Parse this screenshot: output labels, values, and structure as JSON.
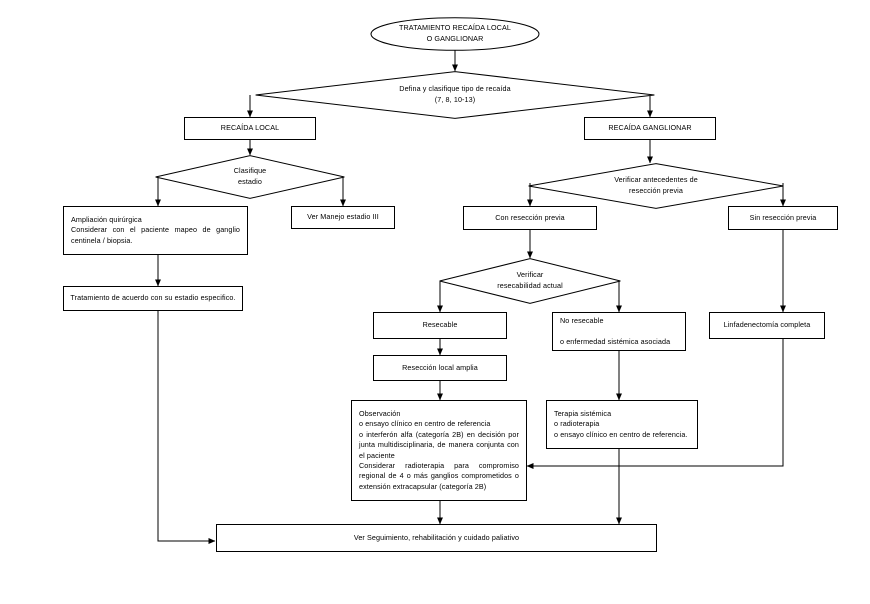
{
  "diagram": {
    "title": "Tratamiento recaída local o ganglionar",
    "language": "es",
    "theme": {
      "background": "#ffffff",
      "stroke": "#000000",
      "text": "#000000"
    },
    "nodes": {
      "start": {
        "shape": "ellipse",
        "label": "TRATAMIENTO RECAÍDA LOCAL\nO GANGLIONAR"
      },
      "define_classify": {
        "shape": "diamond",
        "label": "Defina y clasifique tipo de recaída\n(7, 8, 10-13)"
      },
      "recaida_local": {
        "shape": "box",
        "label": "RECAÍDA LOCAL"
      },
      "recaida_ganglionar": {
        "shape": "box",
        "label": "RECAÍDA GANGLIONAR"
      },
      "clasifique_estadio": {
        "shape": "diamond",
        "label": "Clasifique\nestadio"
      },
      "verificar_antecedentes": {
        "shape": "diamond",
        "label": "Verificar antecedentes de\nresección previa"
      },
      "ampliacion_quirurgica": {
        "shape": "box",
        "label": "Ampliación quirúrgica\nConsiderar con el paciente mapeo de ganglio centinela / biopsia."
      },
      "ver_manejo_estadio_iii": {
        "shape": "box",
        "label": "Ver Manejo estadio III"
      },
      "tratamiento_estadio": {
        "shape": "box",
        "label": "Tratamiento de acuerdo con su estadio especifico."
      },
      "con_reseccion_previa": {
        "shape": "box",
        "label": "Con resección previa"
      },
      "sin_reseccion_previa": {
        "shape": "box",
        "label": "Sin resección previa"
      },
      "verificar_resecabilidad": {
        "shape": "diamond",
        "label": "Verificar\nresecabilidad actual"
      },
      "resecable": {
        "shape": "box",
        "label": "Resecable"
      },
      "no_resecable": {
        "shape": "box",
        "label": "No resecable\n\no enfermedad sistémica asociada"
      },
      "linfadenectomia_completa": {
        "shape": "box",
        "label": "Linfadenectomía completa"
      },
      "reseccion_local_amplia": {
        "shape": "box",
        "label": "Resección local amplia"
      },
      "observacion": {
        "shape": "box",
        "label": "Observación\no ensayo clínico en centro de referencia\no interferón alfa (categoría 2B) en decisión por junta multidisciplinaria, de manera conjunta con el paciente\nConsiderar radioterapia para compromiso regional de 4 o más ganglios comprometidos o extensión extracapsular (categoría 2B)"
      },
      "terapia_sistemica": {
        "shape": "box",
        "label": "Terapia sistémica\no radioterapia\no ensayo clínico en centro de referencia."
      },
      "ver_seguimiento": {
        "shape": "box",
        "label": "Ver Seguimiento, rehabilitación y cuidado paliativo"
      }
    }
  }
}
